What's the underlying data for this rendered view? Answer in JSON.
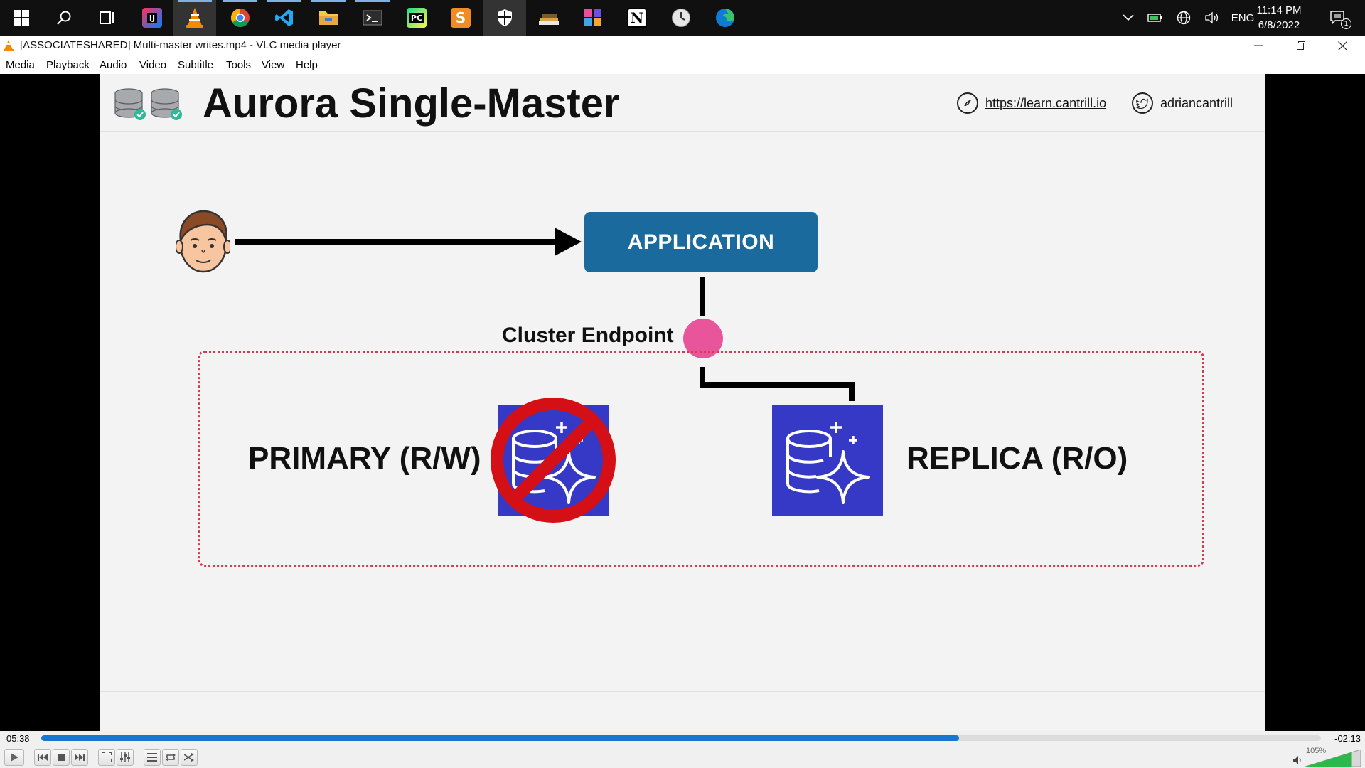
{
  "clock": {
    "time": "11:14 PM",
    "date": "6/8/2022"
  },
  "tray": {
    "language": "ENG",
    "notifications_count": "1"
  },
  "window": {
    "title": "[ASSOCIATESHARED] Multi-master writes.mp4 - VLC media player"
  },
  "menu": [
    "Media",
    "Playback",
    "Audio",
    "Video",
    "Subtitle",
    "Tools",
    "View",
    "Help"
  ],
  "slide": {
    "title": "Aurora Single-Master",
    "link_url": "https://learn.cantrill.io",
    "twitter_handle": "adriancantrill",
    "application_label": "APPLICATION",
    "endpoint_label": "Cluster Endpoint",
    "primary_label": "PRIMARY (R/W)",
    "replica_label": "REPLICA (R/O)"
  },
  "player": {
    "elapsed": "05:38",
    "remaining": "-02:13",
    "progress_fraction": 0.717,
    "volume": "105%",
    "volume_fraction": 0.84
  },
  "colors": {
    "application_box": "#1a6a9e",
    "endpoint_dot": "#e8559a",
    "cluster_border": "#d23c50",
    "db_icon_bg": "#3639c6",
    "prohibited_sign": "#d40f16",
    "seek_fill": "#1677d3"
  }
}
